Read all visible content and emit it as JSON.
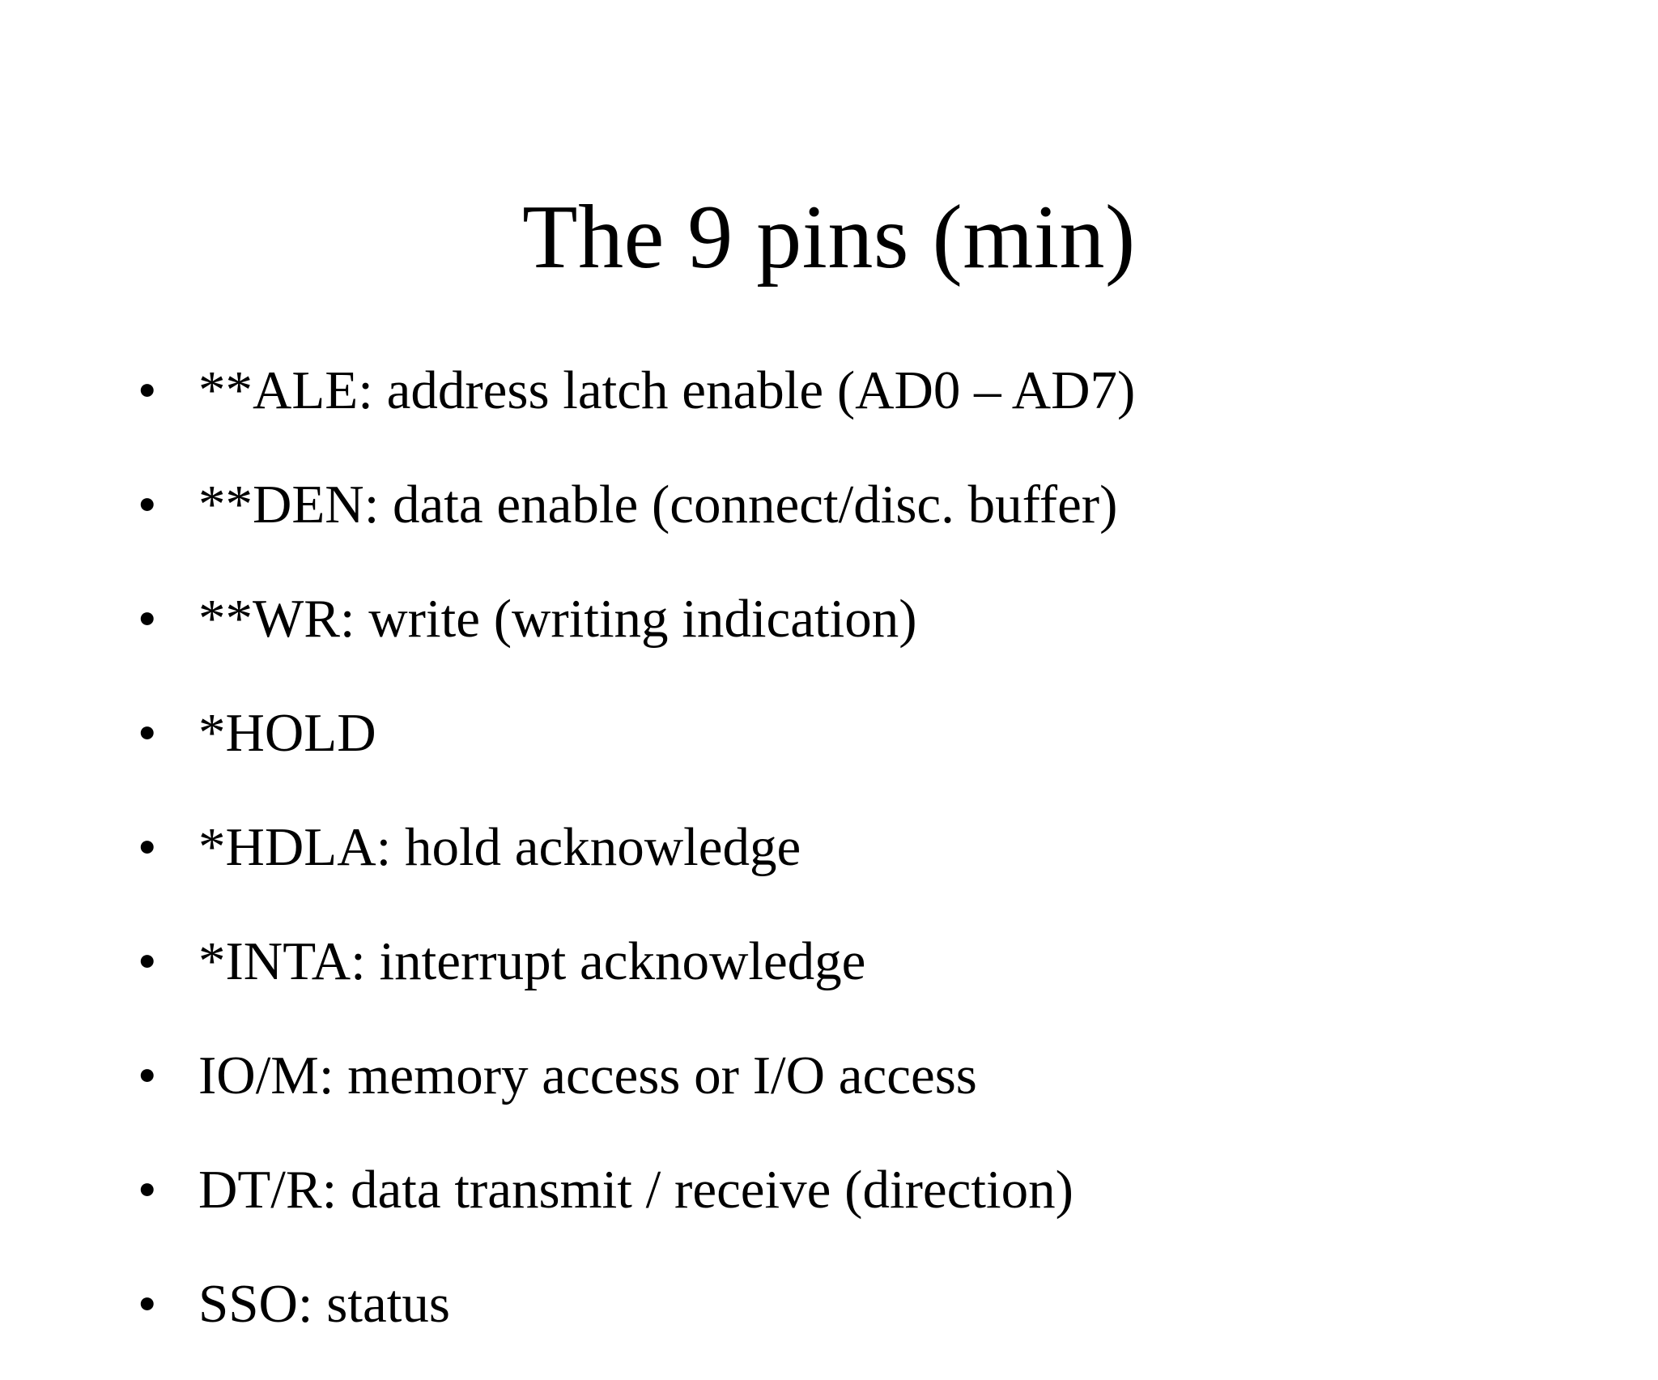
{
  "slide": {
    "background_color": "#ffffff",
    "text_color": "#000000",
    "title": "The 9 pins (min)",
    "bullet_marker": "•",
    "bullets": [
      {
        "text": "**ALE: address latch enable (AD0 – AD7)"
      },
      {
        "text": "**DEN: data enable (connect/disc. buffer)"
      },
      {
        "text": "**WR: write (writing indication)"
      },
      {
        "text": "*HOLD"
      },
      {
        "text": "*HDLA: hold acknowledge"
      },
      {
        "text": "*INTA: interrupt acknowledge"
      },
      {
        "text": "IO/M: memory access or I/O access"
      },
      {
        "text": "DT/R: data transmit / receive (direction)"
      },
      {
        "text": "SSO: status"
      }
    ]
  }
}
